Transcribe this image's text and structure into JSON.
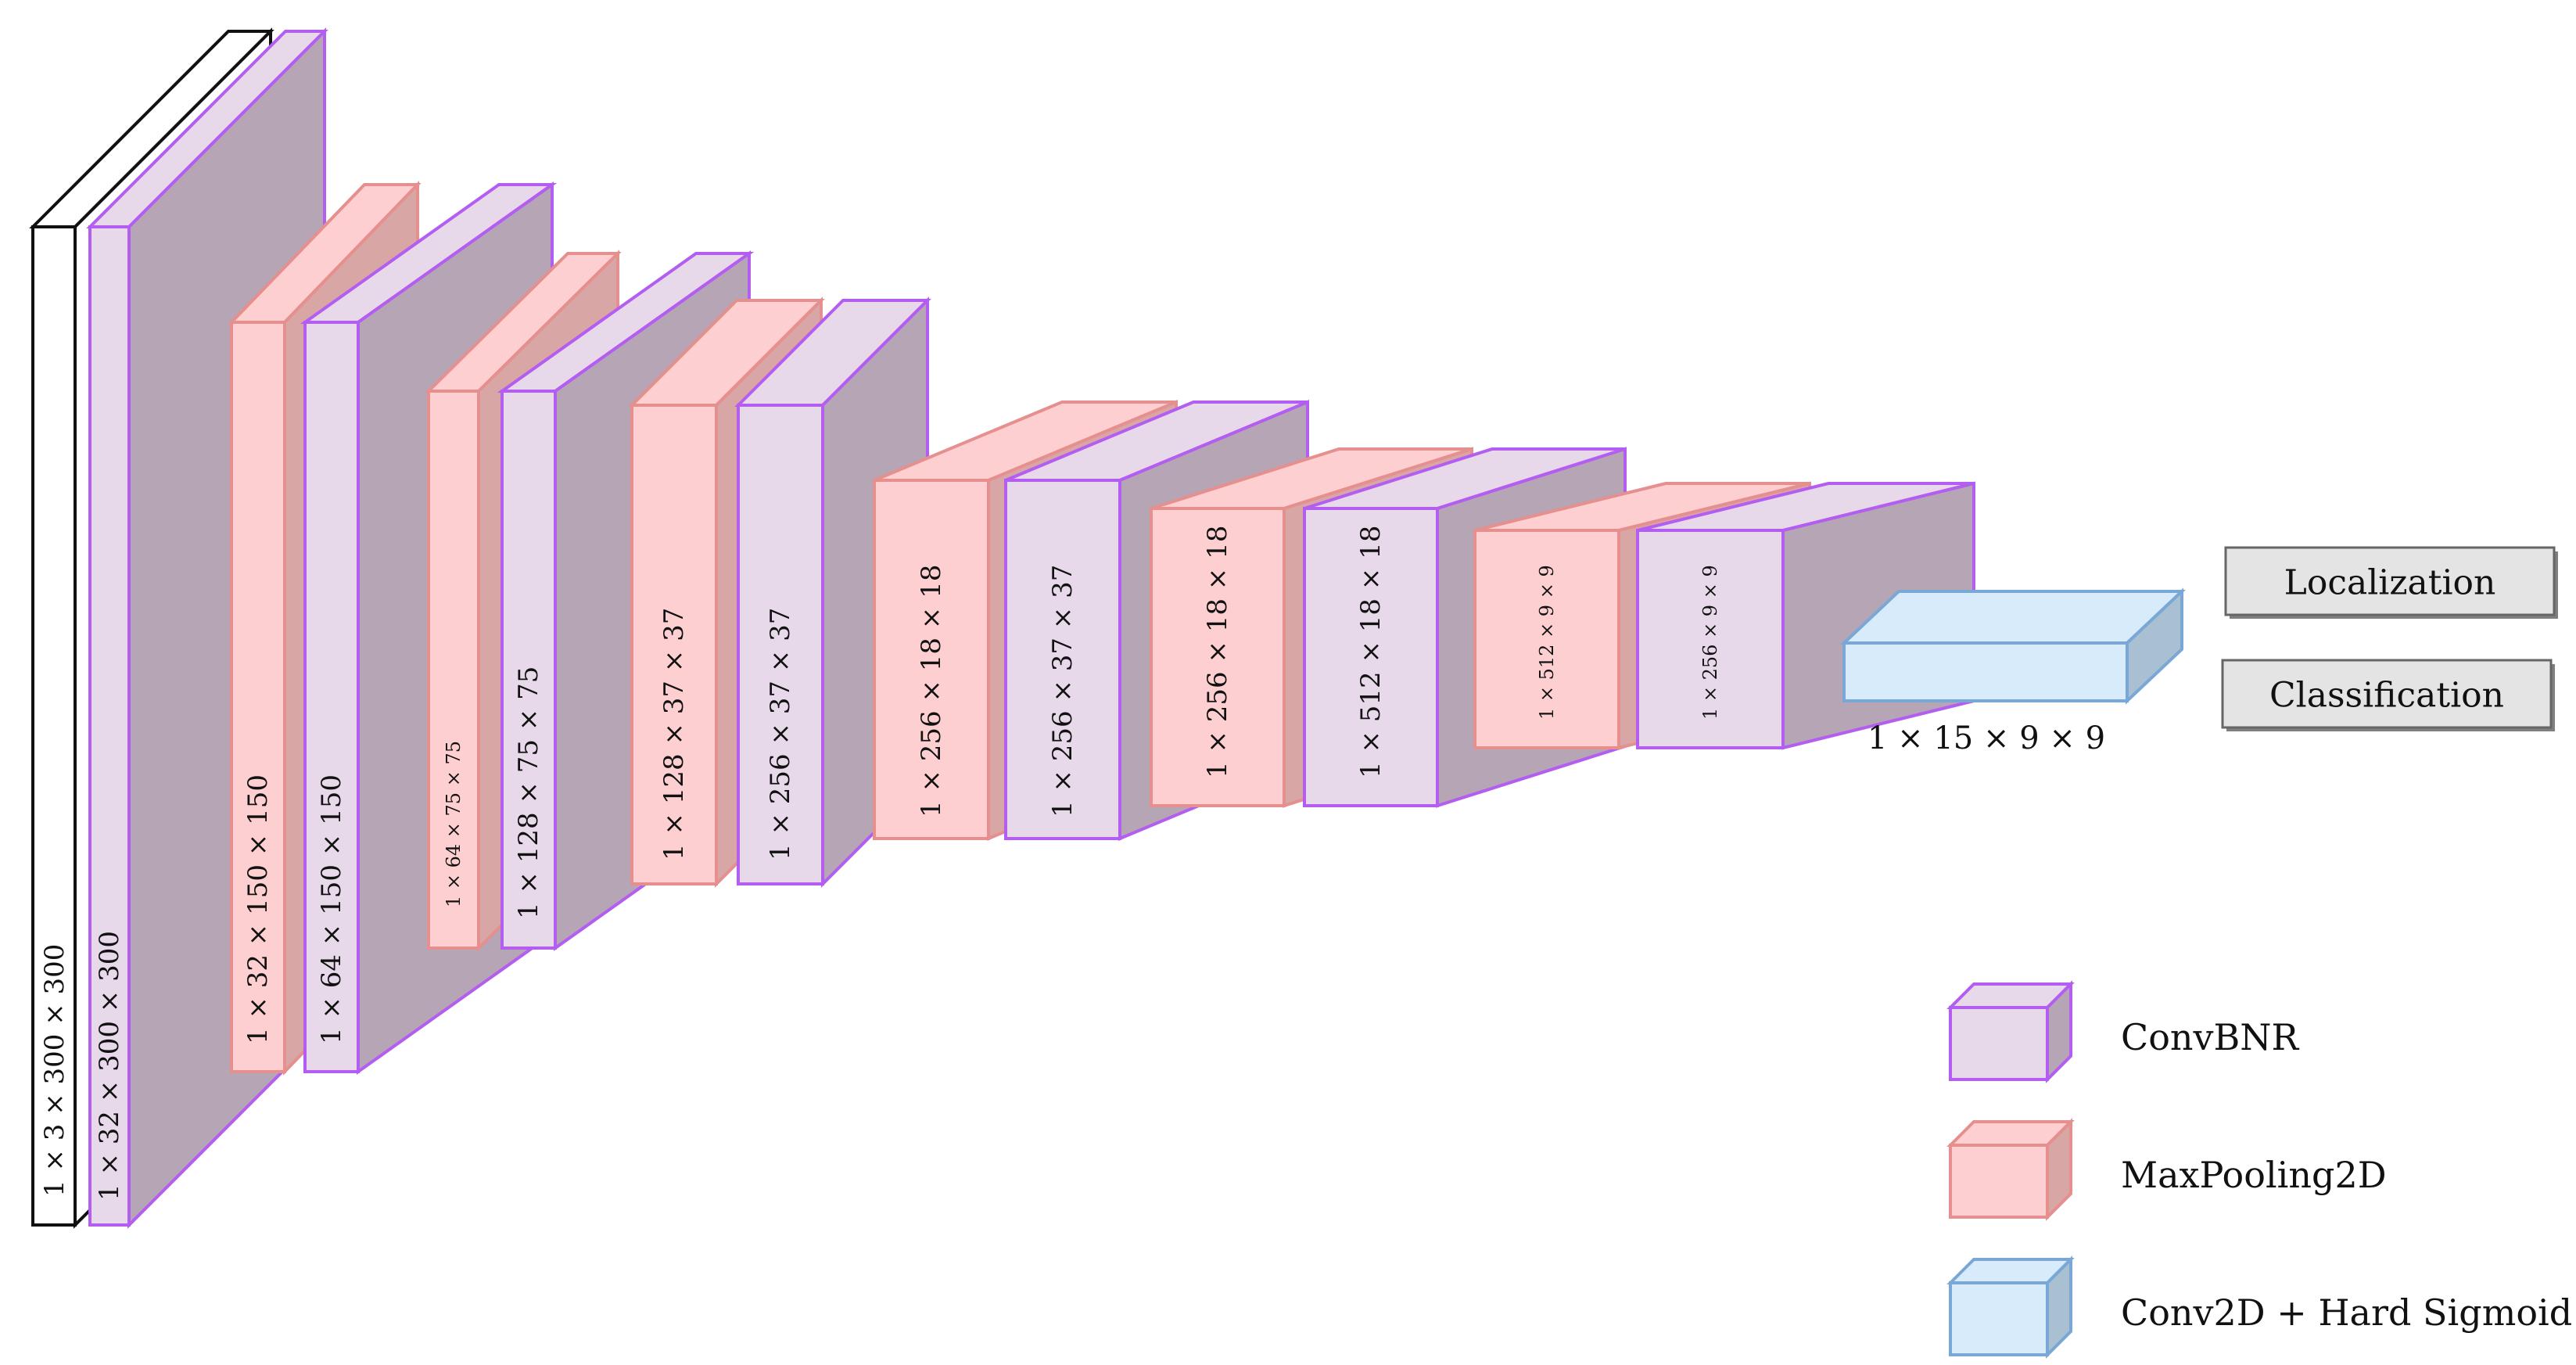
{
  "styles": {
    "input": {
      "front": "#ffffff",
      "side": "#ffffff",
      "top": "#ffffff",
      "stroke": "#111111"
    },
    "conv": {
      "front": "#e7d9e9",
      "side": "#b6a5b4",
      "top": "#e7d9e9",
      "stroke": "#b35ef0"
    },
    "pool": {
      "front": "#fdcfd0",
      "side": "#d9a6a6",
      "top": "#fdcfd0",
      "stroke": "#e58f8f"
    },
    "head": {
      "front": "#d7ebfb",
      "side": "#a9bfd2",
      "top": "#d7ebfb",
      "stroke": "#7aa8d6"
    }
  },
  "layers": [
    {
      "id": "input",
      "kind": "input",
      "label": "1 × 3 × 300 × 300"
    },
    {
      "id": "conv1",
      "kind": "conv",
      "label": "1 × 32 × 300 × 300"
    },
    {
      "id": "pool1",
      "kind": "pool",
      "label": "1 × 32 × 150 × 150"
    },
    {
      "id": "conv2",
      "kind": "conv",
      "label": "1 × 64 × 150 × 150"
    },
    {
      "id": "pool2",
      "kind": "pool",
      "label": "1 × 64 × 75 × 75"
    },
    {
      "id": "conv3",
      "kind": "conv",
      "label": "1 × 128 × 75 × 75"
    },
    {
      "id": "pool3",
      "kind": "pool",
      "label": "1 × 128 × 37 × 37"
    },
    {
      "id": "conv4",
      "kind": "conv",
      "label": "1 × 256 × 37 × 37"
    },
    {
      "id": "pool4",
      "kind": "pool",
      "label": "1 × 256 × 18 × 18"
    },
    {
      "id": "conv5",
      "kind": "conv",
      "label": "1 × 256 × 37 × 37"
    },
    {
      "id": "pool5",
      "kind": "pool",
      "label": "1 × 256 × 18 × 18"
    },
    {
      "id": "conv6",
      "kind": "conv",
      "label": "1 × 512 × 18 × 18"
    },
    {
      "id": "pool6",
      "kind": "pool",
      "label": "1 × 512 × 9 × 9"
    },
    {
      "id": "conv7",
      "kind": "conv",
      "label": "1 × 256 × 9 × 9"
    }
  ],
  "output": {
    "kind": "head",
    "label": "1 × 15 × 9 × 9"
  },
  "heads": [
    "Localization",
    "Classification"
  ],
  "legend": [
    {
      "kind": "conv",
      "label": "ConvBNR"
    },
    {
      "kind": "pool",
      "label": "MaxPooling2D"
    },
    {
      "kind": "head",
      "label": "Conv2D + Hard Sigmoid"
    }
  ]
}
